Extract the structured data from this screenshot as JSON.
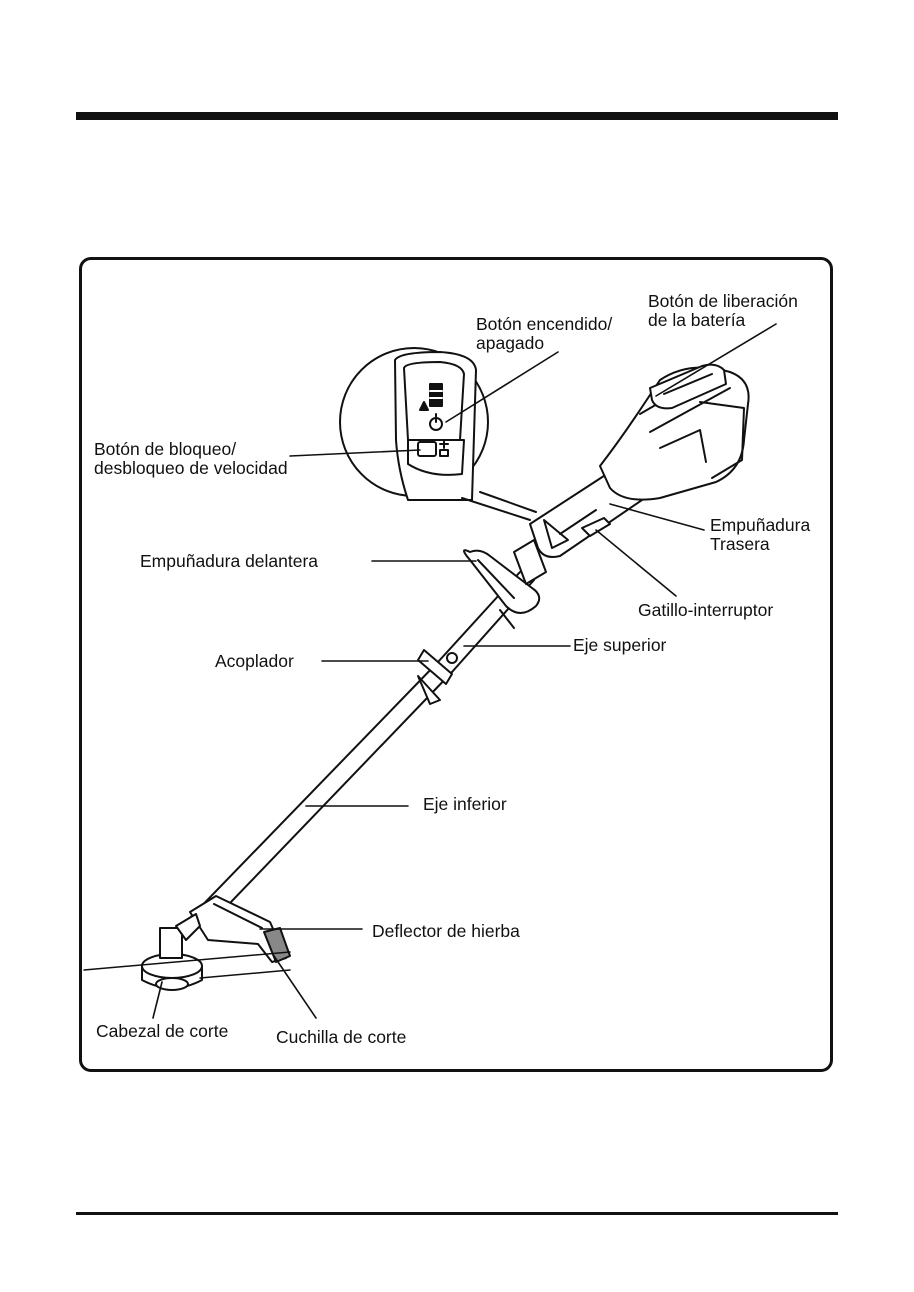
{
  "labels": {
    "battery_release": [
      "Botón de liberación",
      "de la batería"
    ],
    "power_button": [
      "Botón encendido/",
      "apagado"
    ],
    "speed_lock": [
      "Botón de bloqueo/",
      "desbloqueo de velocidad"
    ],
    "rear_handle": [
      "Empuñadura",
      "Trasera"
    ],
    "front_handle": "Empuñadura delantera",
    "trigger": "Gatillo-interruptor",
    "coupler": "Acoplador",
    "upper_shaft": "Eje superior",
    "lower_shaft": "Eje inferior",
    "grass_deflector": "Deflector de hierba",
    "cutting_head": "Cabezal de corte",
    "cutting_blade": "Cuchilla de corte"
  },
  "colors": {
    "ink": "#111111",
    "paper": "#ffffff",
    "shade": "#555555"
  },
  "icons": [
    "power-icon",
    "speed-lock-icon",
    "battery-level-icon",
    "warning-icon"
  ]
}
